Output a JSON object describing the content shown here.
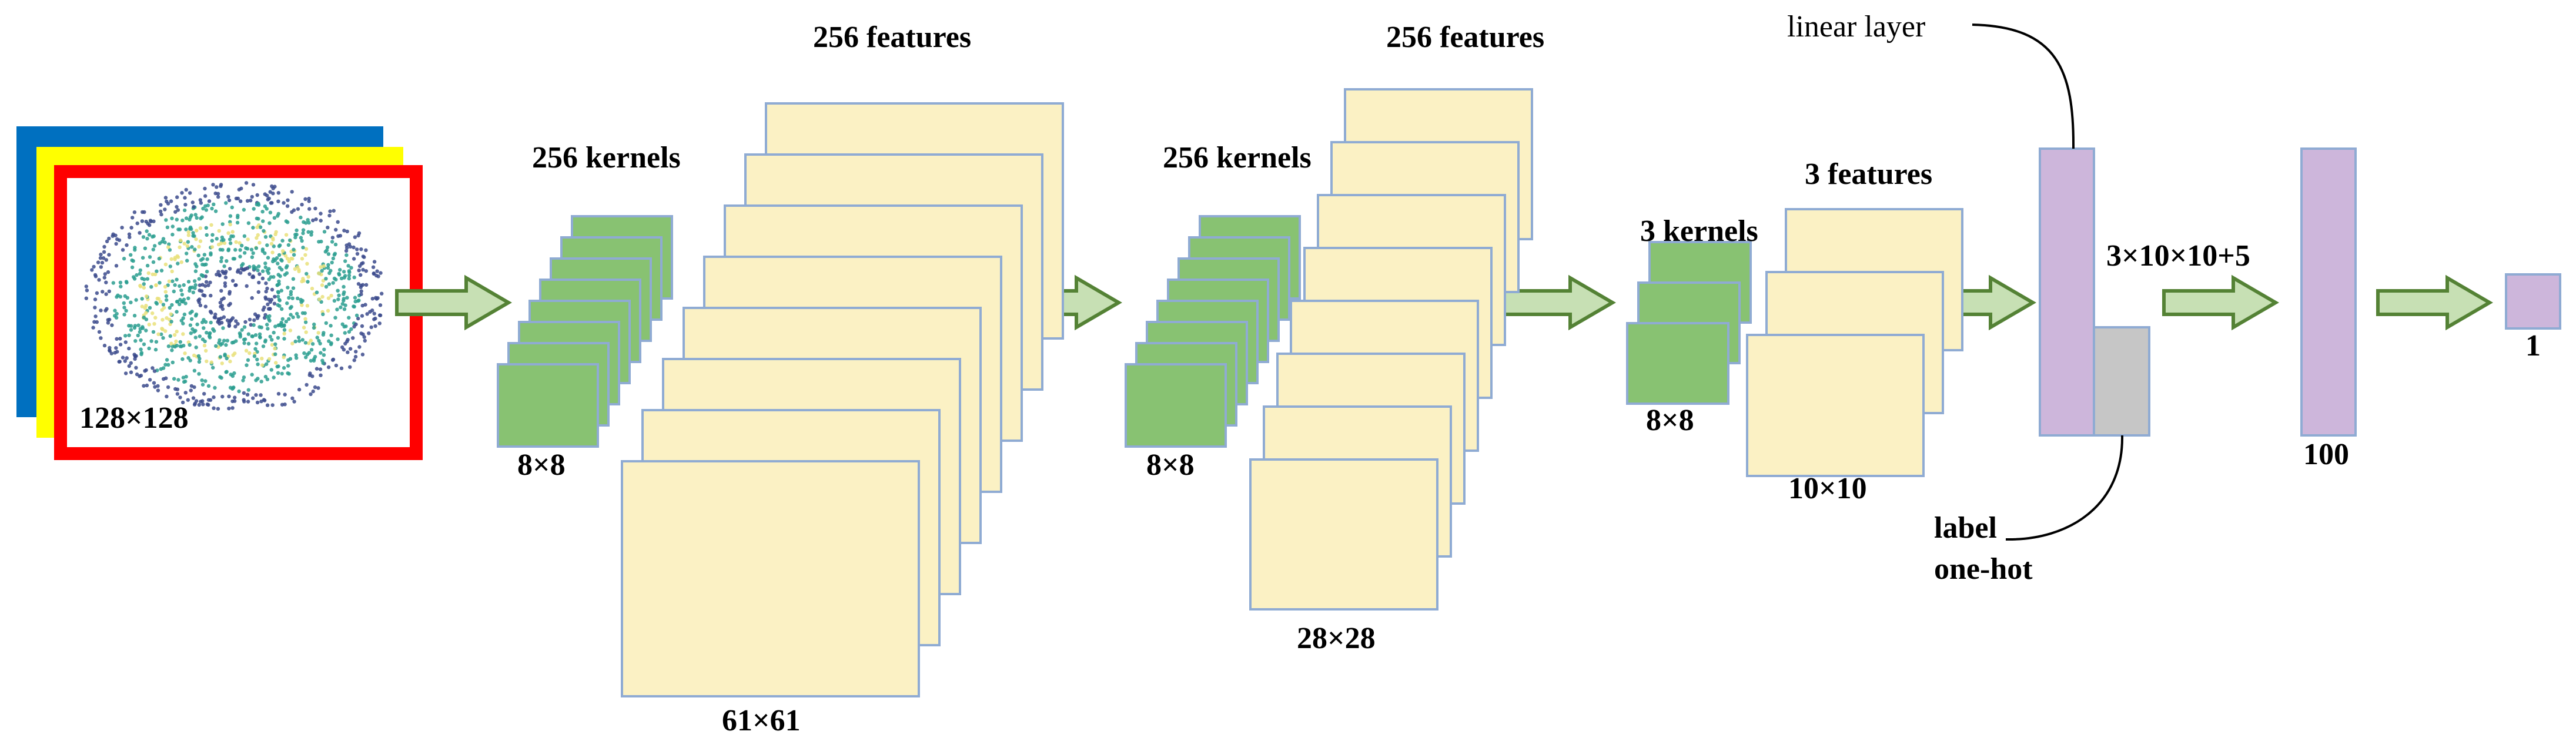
{
  "colors": {
    "kernel_fill": "#88c272",
    "feature_fill": "#fbf1c4",
    "stack_border": "#8fabd3",
    "linear_fill": "#cdb6db",
    "onehot_fill": "#c6c6c6",
    "arrow_fill": "#c7e0b4",
    "arrow_stroke": "#548235",
    "frame_blue": "#0070c0",
    "frame_yellow": "#ffff00",
    "frame_red": "#ff0000",
    "scatter_outer": "#3b4a8c",
    "scatter_mid": "#2a9d8f",
    "scatter_inner": "#e9e07a"
  },
  "input": {
    "size_label": "128×128"
  },
  "conv1": {
    "kernels_label": "256 kernels",
    "kernel_size_label": "8×8",
    "features_label": "256 features",
    "feature_size_label": "61×61"
  },
  "conv2": {
    "kernels_label": "256 kernels",
    "kernel_size_label": "8×8",
    "features_label": "256 features",
    "feature_size_label": "28×28"
  },
  "conv3": {
    "kernels_label": "3 kernels",
    "kernel_size_label": "8×8",
    "features_label": "3 features",
    "feature_size_label": "10×10"
  },
  "dense": {
    "linear_layer_label": "linear layer",
    "label_onehot_line1": "label",
    "label_onehot_line2": "one-hot",
    "concat_size_label": "3×10×10+5",
    "hidden_size_label": "100",
    "output_size_label": "1"
  }
}
